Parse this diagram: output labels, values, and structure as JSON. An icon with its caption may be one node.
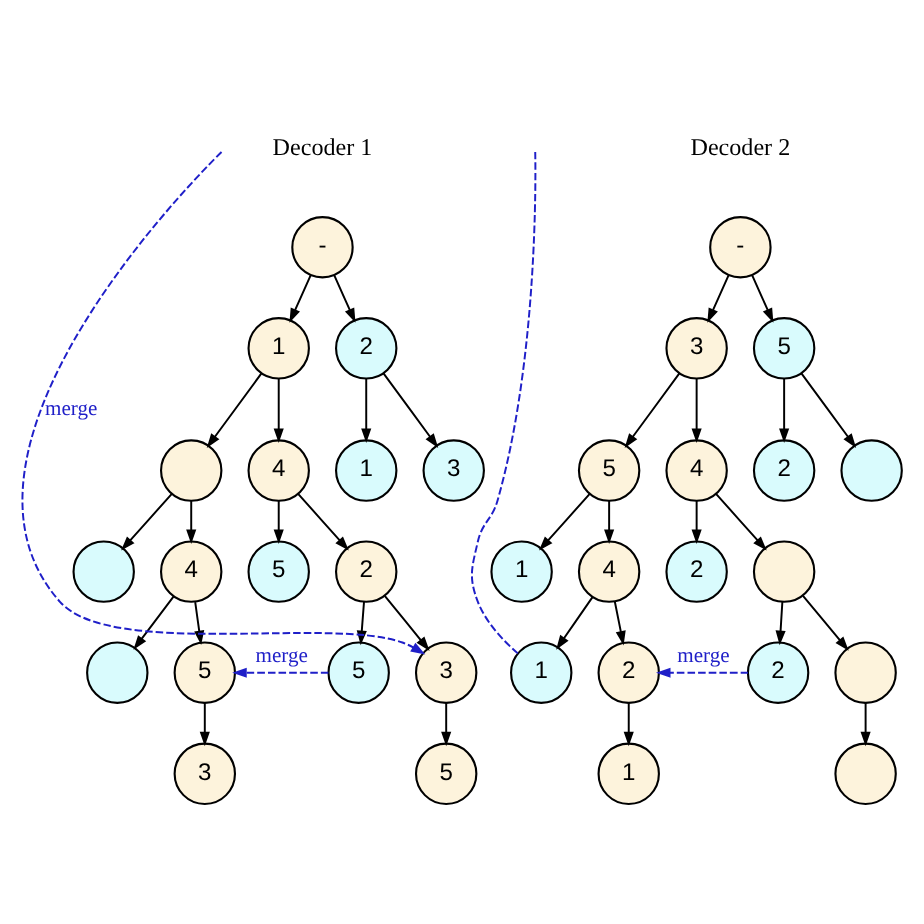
{
  "diagram": {
    "nodes": [
      {
        "text": [
          "-"
        ]
      },
      {
        "text": [
          "1"
        ]
      },
      {
        "text": [
          "2"
        ]
      },
      {
        "text": [],
        "shape": "circle"
      },
      {
        "text": [
          "4"
        ]
      },
      {
        "text": [
          "1"
        ]
      },
      {
        "text": [
          "3"
        ]
      },
      {
        "text": [],
        "shape": "circle"
      },
      {
        "text": [
          "4"
        ]
      },
      {
        "text": [
          "5"
        ]
      },
      {
        "text": [
          "2"
        ]
      },
      {
        "text": [],
        "shape": "circle"
      },
      {
        "text": [
          "5"
        ]
      },
      {
        "text": [
          "5"
        ]
      },
      {
        "text": [
          "3"
        ]
      },
      {
        "text": [
          "3"
        ]
      },
      {
        "text": [
          "5"
        ]
      },
      {
        "text": [
          "-"
        ]
      },
      {
        "text": [
          "3"
        ]
      },
      {
        "text": [
          "5"
        ]
      },
      {
        "text": [
          "5"
        ]
      },
      {
        "text": [
          "4"
        ]
      },
      {
        "text": [
          "2"
        ]
      },
      {
        "text": [],
        "shape": "circle"
      },
      {
        "text": [
          "1"
        ]
      },
      {
        "text": [
          "4"
        ]
      },
      {
        "text": [
          "2"
        ]
      },
      {
        "text": [],
        "shape": "circle"
      },
      {
        "text": [
          "1"
        ]
      },
      {
        "text": [
          "2"
        ]
      },
      {
        "text": [
          "2"
        ]
      },
      {
        "text": [],
        "shape": "circle"
      },
      {
        "text": [
          "1"
        ]
      },
      {
        "text": [],
        "shape": "circle"
      }
    ],
    "edges": [
      {
        "from": 0,
        "to": 1,
        "arrow": "to"
      },
      {
        "from": 0,
        "to": 2,
        "arrow": "to"
      },
      {
        "from": 1,
        "to": 3,
        "arrow": "to"
      },
      {
        "from": 1,
        "to": 4,
        "arrow": "to"
      },
      {
        "from": 2,
        "to": 5,
        "arrow": "to"
      },
      {
        "from": 2,
        "to": 6,
        "arrow": "to"
      },
      {
        "from": 3,
        "to": 7,
        "arrow": "to"
      },
      {
        "from": 3,
        "to": 8,
        "arrow": "to"
      },
      {
        "from": 4,
        "to": 9,
        "arrow": "to"
      },
      {
        "from": 4,
        "to": 10,
        "arrow": "to"
      },
      {
        "from": 8,
        "to": 11,
        "arrow": "to"
      },
      {
        "from": 8,
        "to": 12,
        "arrow": "to"
      },
      {
        "from": 10,
        "to": 13,
        "arrow": "to"
      },
      {
        "from": 10,
        "to": 14,
        "arrow": "to"
      },
      {
        "from": 13,
        "to": 12,
        "arrow": "to",
        "label": "merge",
        "style": "dashed",
        "color": "#1f1fc8"
      },
      {
        "from": null,
        "to": 14,
        "arrow": "to",
        "label": "merge",
        "style": "dashed",
        "color": "#1f1fc8"
      },
      {
        "from": 12,
        "to": 15,
        "arrow": "to"
      },
      {
        "from": 14,
        "to": 16,
        "arrow": "to"
      },
      {
        "from": 17,
        "to": 18,
        "arrow": "to"
      },
      {
        "from": 17,
        "to": 19,
        "arrow": "to"
      },
      {
        "from": 18,
        "to": 20,
        "arrow": "to"
      },
      {
        "from": 18,
        "to": 21,
        "arrow": "to"
      },
      {
        "from": 19,
        "to": 22,
        "arrow": "to"
      },
      {
        "from": 19,
        "to": 23,
        "arrow": "to"
      },
      {
        "from": 20,
        "to": 24,
        "arrow": "to"
      },
      {
        "from": 20,
        "to": 25,
        "arrow": "to"
      },
      {
        "from": 21,
        "to": 26,
        "arrow": "to"
      },
      {
        "from": 21,
        "to": 27,
        "arrow": "to"
      },
      {
        "from": 25,
        "to": 28,
        "arrow": "to"
      },
      {
        "from": 25,
        "to": 29,
        "arrow": "to"
      },
      {
        "from": 27,
        "to": 30,
        "arrow": "to"
      },
      {
        "from": 27,
        "to": 31,
        "arrow": "to"
      },
      {
        "from": 30,
        "to": 29,
        "arrow": "to",
        "label": "merge",
        "style": "dashed",
        "color": "#1f1fc8"
      },
      {
        "from": 28,
        "to": null,
        "arrow": "none",
        "style": "dashed",
        "color": "#1f1fc8"
      },
      {
        "from": 29,
        "to": 32,
        "arrow": "to"
      },
      {
        "from": 31,
        "to": 33,
        "arrow": "to"
      }
    ],
    "labels": [
      "Decoder 1",
      "Decoder 2"
    ]
  }
}
